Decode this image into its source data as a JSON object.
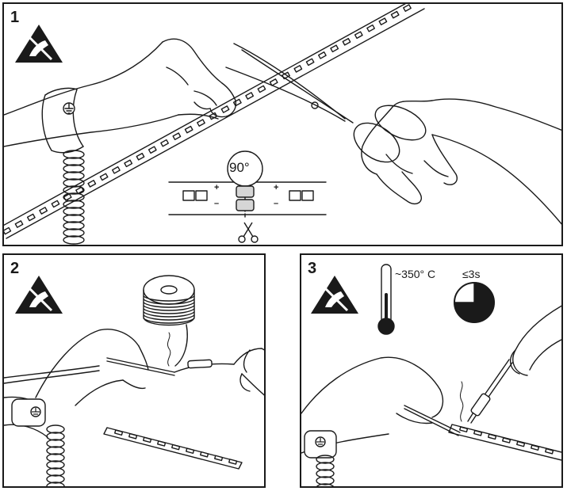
{
  "panels": [
    {
      "step": "1",
      "angle_label": "90°",
      "plus_left": "+",
      "minus_left": "–",
      "plus_right": "+",
      "minus_right": "–",
      "icons": [
        "esd-warning-icon",
        "ground-symbol-icon",
        "scissors-icon"
      ]
    },
    {
      "step": "2",
      "icons": [
        "esd-warning-icon",
        "ground-symbol-icon",
        "solder-wire-spool-icon"
      ]
    },
    {
      "step": "3",
      "temperature": "~350° C",
      "time": "≤3s",
      "icons": [
        "esd-warning-icon",
        "thermometer-icon",
        "timer-icon",
        "ground-symbol-icon"
      ]
    }
  ],
  "colors": {
    "line": "#1a1a1a",
    "fill": "#ffffff",
    "pad": "#d6d6d6"
  }
}
